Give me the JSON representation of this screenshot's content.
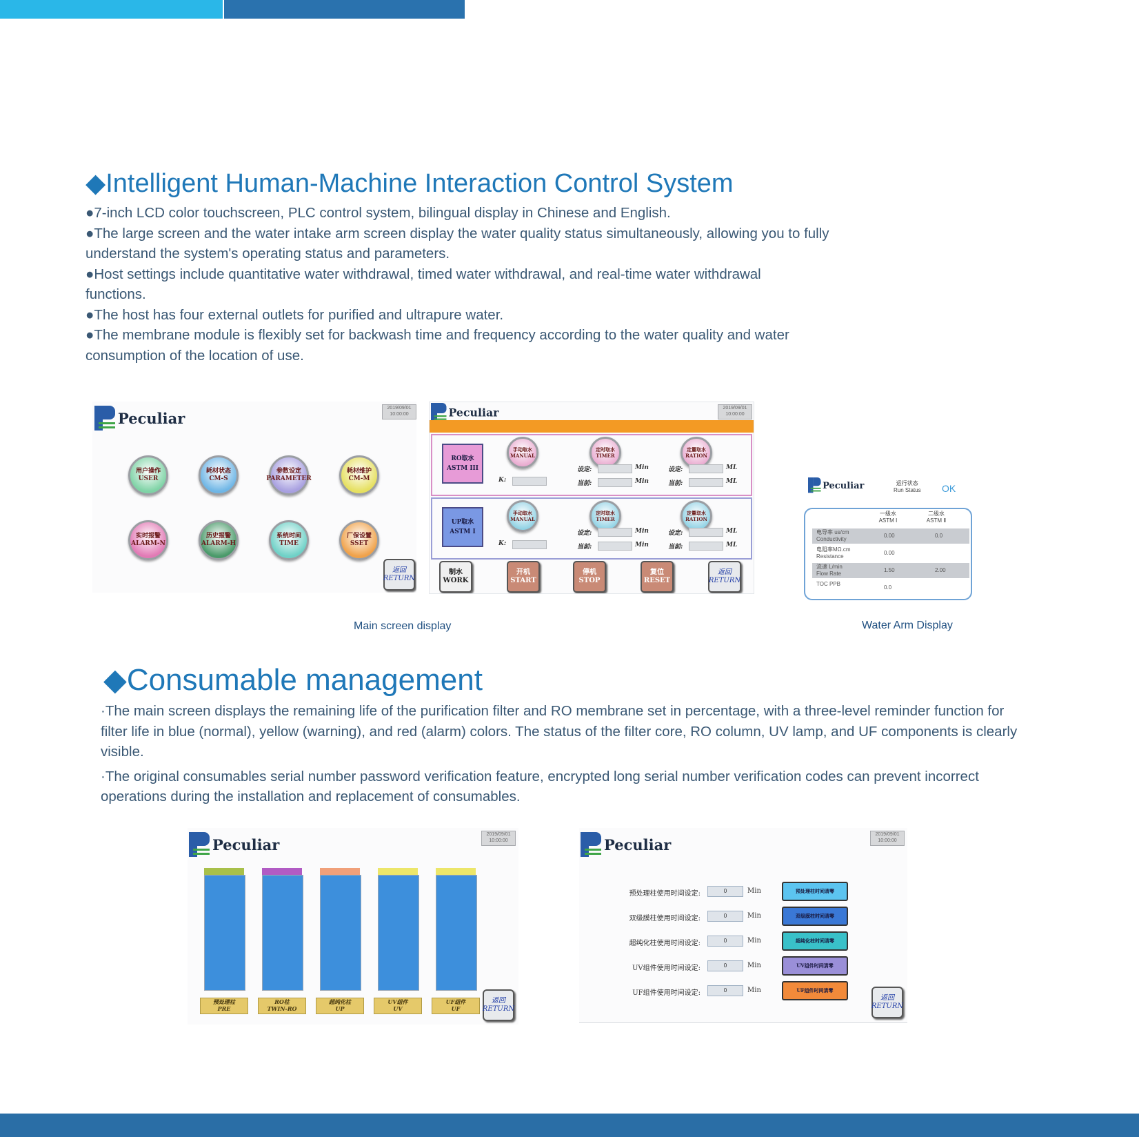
{
  "section1": {
    "title": "◆Intelligent Human-Machine Interaction Control System",
    "bullets": [
      "●7-inch LCD color touchscreen, PLC control system, bilingual display in Chinese and English.",
      "●The large screen and the water intake arm screen display the water quality status simultaneously, allowing you to fully understand the system's operating status and parameters.",
      "●Host settings include quantitative water withdrawal, timed water withdrawal, and real-time water withdrawal functions.",
      "●The host has four external outlets for purified and ultrapure water.",
      "●The membrane module is flexibly set for backwash time and frequency according to the water quality and water consumption of the location of use."
    ],
    "caption_main": "Main screen display",
    "caption_arm": "Water Arm Display"
  },
  "section2": {
    "title": "◆Consumable management",
    "paragraphs": [
      "·The main screen displays the remaining life of the purification filter and RO membrane set in percentage, with a three-level reminder function for filter life in blue (normal), yellow (warning), and red (alarm) colors. The status of the filter core, RO column, UV lamp, and UF components is clearly visible.",
      "·The original consumables serial number password verification feature, encrypted long serial number verification codes can prevent incorrect operations during the installation and replacement of consumables."
    ]
  },
  "brand": "Peculiar",
  "screen1": {
    "buttons": [
      {
        "cn": "用户操作",
        "en": "USER",
        "color": "#7fd3a6"
      },
      {
        "cn": "耗材状态",
        "en": "CM-S",
        "color": "#6fb6e6"
      },
      {
        "cn": "参数设定",
        "en": "PARAMETER",
        "color": "#a8a0e0"
      },
      {
        "cn": "耗材维护",
        "en": "CM-M",
        "color": "#e6e060"
      },
      {
        "cn": "实时报警",
        "en": "ALARM-N",
        "color": "#e27ab5"
      },
      {
        "cn": "历史报警",
        "en": "ALARM-H",
        "color": "#4a9a6a"
      },
      {
        "cn": "系统时间",
        "en": "TIME",
        "color": "#6fd1c7"
      },
      {
        "cn": "厂保设置",
        "en": "SSET",
        "color": "#f0a24a"
      }
    ],
    "return_cn": "返回",
    "return_en": "RETURN"
  },
  "screen2": {
    "ro_tag": [
      "RO取水",
      "ASTM III"
    ],
    "up_tag": [
      "UP取水",
      "ASTM I"
    ],
    "mode_buttons": [
      {
        "cn": "手动取水",
        "en": "MANUAL"
      },
      {
        "cn": "定时取水",
        "en": "TIMER"
      },
      {
        "cn": "定量取水",
        "en": "RATION"
      }
    ],
    "k_label": "K:",
    "set_label": "设定:",
    "current_label": "当前:",
    "unit_min": "Min",
    "unit_ml": "ML",
    "bottom_buttons": [
      {
        "cn": "制水",
        "en": "WORK"
      },
      {
        "cn": "开机",
        "en": "START"
      },
      {
        "cn": "停机",
        "en": "STOP"
      },
      {
        "cn": "复位",
        "en": "RESET"
      },
      {
        "cn": "返回",
        "en": "RETURN"
      }
    ]
  },
  "arm": {
    "run_status_cn": "运行状态",
    "run_status_en": "Run Status",
    "status": "OK",
    "col1_cn": "一级水",
    "col1_en": "ASTM Ⅰ",
    "col2_cn": "二级水",
    "col2_en": "ASTM Ⅱ",
    "rows": [
      {
        "cn": "电导率 us/cm",
        "en": "Conductivity",
        "v1": "0.00",
        "v2": "0.0"
      },
      {
        "cn": "电阻率MΩ.cm",
        "en": "Resistance",
        "v1": "0.00",
        "v2": ""
      },
      {
        "cn": "流速 L/min",
        "en": "Flow Rate",
        "v1": "1.50",
        "v2": "2.00"
      },
      {
        "cn": "TOC PPB",
        "en": "",
        "v1": "0.0",
        "v2": ""
      }
    ]
  },
  "screen3": {
    "bars": [
      {
        "cn": "预处理柱",
        "en": "PRE",
        "cap": "#a8c04a"
      },
      {
        "cn": "RO柱",
        "en": "TWIN-RO",
        "cap": "#b15bc4"
      },
      {
        "cn": "超纯化柱",
        "en": "UP",
        "cap": "#f0a07a"
      },
      {
        "cn": "UV组件",
        "en": "UV",
        "cap": "#ece66a"
      },
      {
        "cn": "UF组件",
        "en": "UF",
        "cap": "#ece66a"
      }
    ]
  },
  "screen4": {
    "rows": [
      {
        "label": "预处理柱使用时间设定:",
        "value": "0",
        "unit": "Min",
        "btn": "预处理柱时间清零",
        "color": "#5cc4f0"
      },
      {
        "label": "双级膜柱使用时间设定:",
        "value": "0",
        "unit": "Min",
        "btn": "双级膜柱时间清零",
        "color": "#3a78d6"
      },
      {
        "label": "超纯化柱使用时间设定:",
        "value": "0",
        "unit": "Min",
        "btn": "超纯化柱时间清零",
        "color": "#39c1c9"
      },
      {
        "label": "UV组件使用时间设定:",
        "value": "0",
        "unit": "Min",
        "btn": "UV组件时间清零",
        "color": "#9a8fd8"
      },
      {
        "label": "UF组件使用时间设定:",
        "value": "0",
        "unit": "Min",
        "btn": "UF组件时间清零",
        "color": "#f28a3a"
      }
    ]
  }
}
